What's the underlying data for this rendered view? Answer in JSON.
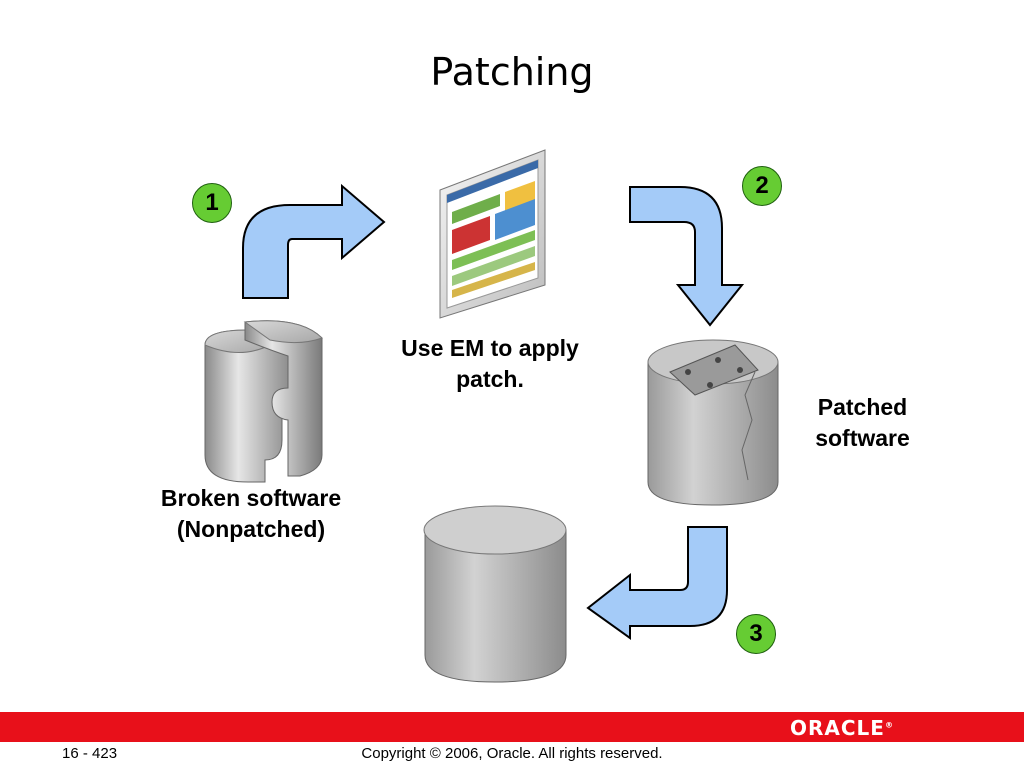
{
  "slide": {
    "title": "Patching",
    "page_number": "16 - 423",
    "copyright": "Copyright © 2006, Oracle. All rights reserved.",
    "brand": "ORACLE",
    "brand_mark": "®"
  },
  "steps": [
    {
      "number": "1"
    },
    {
      "number": "2"
    },
    {
      "number": "3"
    }
  ],
  "labels": {
    "em_line1": "Use EM to apply",
    "em_line2": "patch.",
    "broken_line1": "Broken software",
    "broken_line2": "(Nonpatched)",
    "patched_line1": "Patched",
    "patched_line2": "software"
  },
  "colors": {
    "arrow_fill": "#a4cbf8",
    "badge_fill": "#66cc33",
    "footer_red": "#e8101a"
  }
}
